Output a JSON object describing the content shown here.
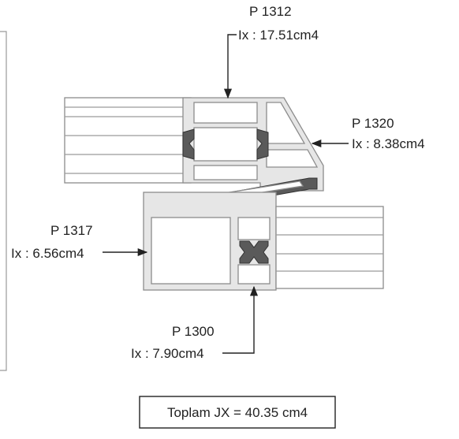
{
  "labels": {
    "p1312": {
      "name": "P 1312",
      "ix": "Ix : 17.51cm4"
    },
    "p1320": {
      "name": "P 1320",
      "ix": "Ix : 8.38cm4"
    },
    "p1317": {
      "name": "P 1317",
      "ix": "Ix : 6.56cm4"
    },
    "p1300": {
      "name": "P 1300",
      "ix": "Ix : 7.90cm4"
    }
  },
  "total": "Toplam JX = 40.35 cm4"
}
